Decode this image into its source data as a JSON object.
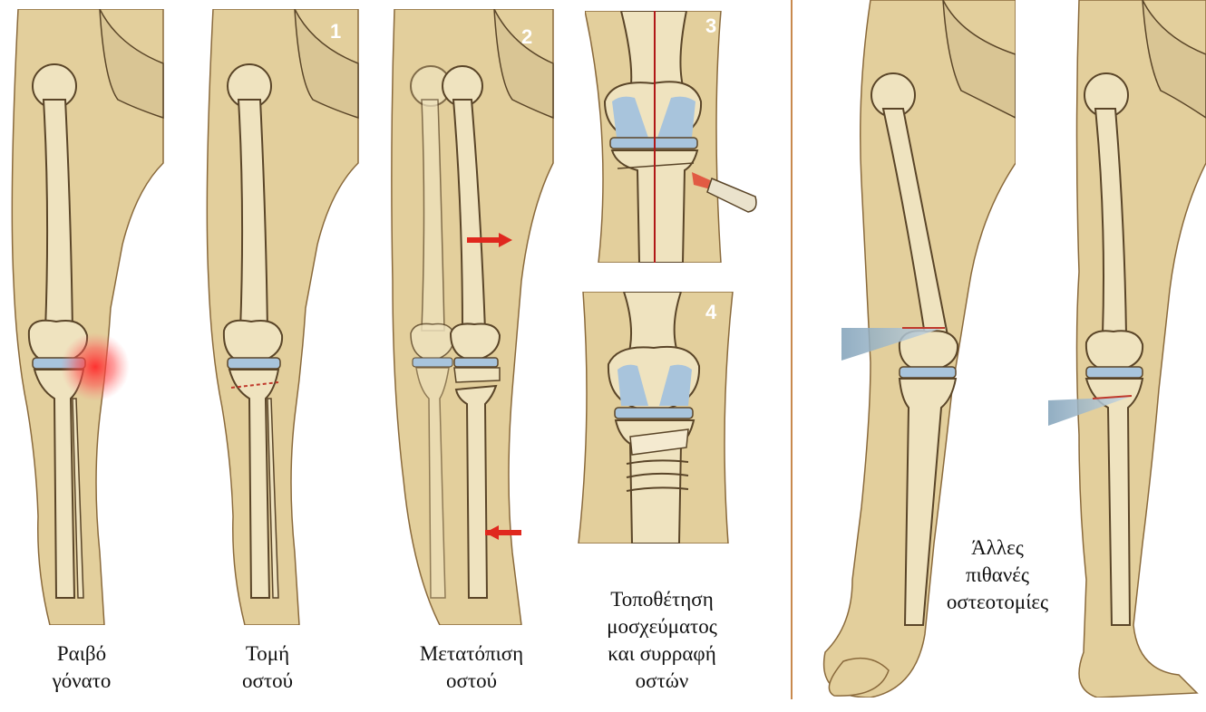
{
  "panels": [
    {
      "caption_l1": "Ραιβό",
      "caption_l2": "γόνατο",
      "number": ""
    },
    {
      "caption_l1": "Τομή",
      "caption_l2": "οστού",
      "number": "1"
    },
    {
      "caption_l1": "Μετατόπιση",
      "caption_l2": "οστού",
      "number": "2"
    },
    {
      "caption_l1": "",
      "caption_l2": "",
      "number": "3"
    },
    {
      "caption_l1": "Τοποθέτηση",
      "caption_l2": "μοσχεύματος",
      "caption_l3": "και συρραφή",
      "caption_l4": "οστών",
      "number": "4"
    }
  ],
  "other": {
    "l1": "Άλλες",
    "l2": "πιθανές",
    "l3": "οστεοτομίες"
  },
  "colors": {
    "skin": "#e3cf9c",
    "bone": "#efe3bf",
    "outline": "#5a4528",
    "cartilage": "#a8c4dc",
    "inflammation": "#ff3c3c",
    "divider": "#c8894d",
    "arrow": "#e0281e"
  }
}
